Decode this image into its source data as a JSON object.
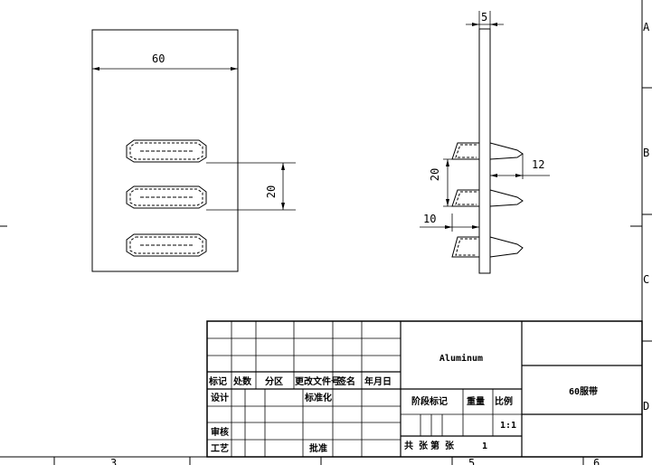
{
  "drawing": {
    "dimensions": {
      "width_label": "60",
      "thickness_label": "5",
      "pitch_label_front": "20",
      "pitch_label_side": "20",
      "protrusion_label": "12",
      "tab_label": "10"
    },
    "border_markers": {
      "right": [
        "A",
        "B",
        "C",
        "D"
      ],
      "bottom": [
        "3",
        "5",
        "6"
      ]
    }
  },
  "title_block": {
    "revision_headers": [
      "标记",
      "处数",
      "分区",
      "更改文件号",
      "签名",
      "年月日"
    ],
    "design_label": "设计",
    "standardize_label": "标准化",
    "review_label": "审核",
    "process_label": "工艺",
    "approve_label": "批准",
    "material": "Aluminum",
    "part_name": "60服带",
    "stage_label": "阶段标记",
    "weight_label": "重量",
    "scale_label": "比例",
    "scale_value": "1:1",
    "sheets_label": "共  张",
    "sheet_label": "第  张",
    "sheet_number": "1"
  }
}
